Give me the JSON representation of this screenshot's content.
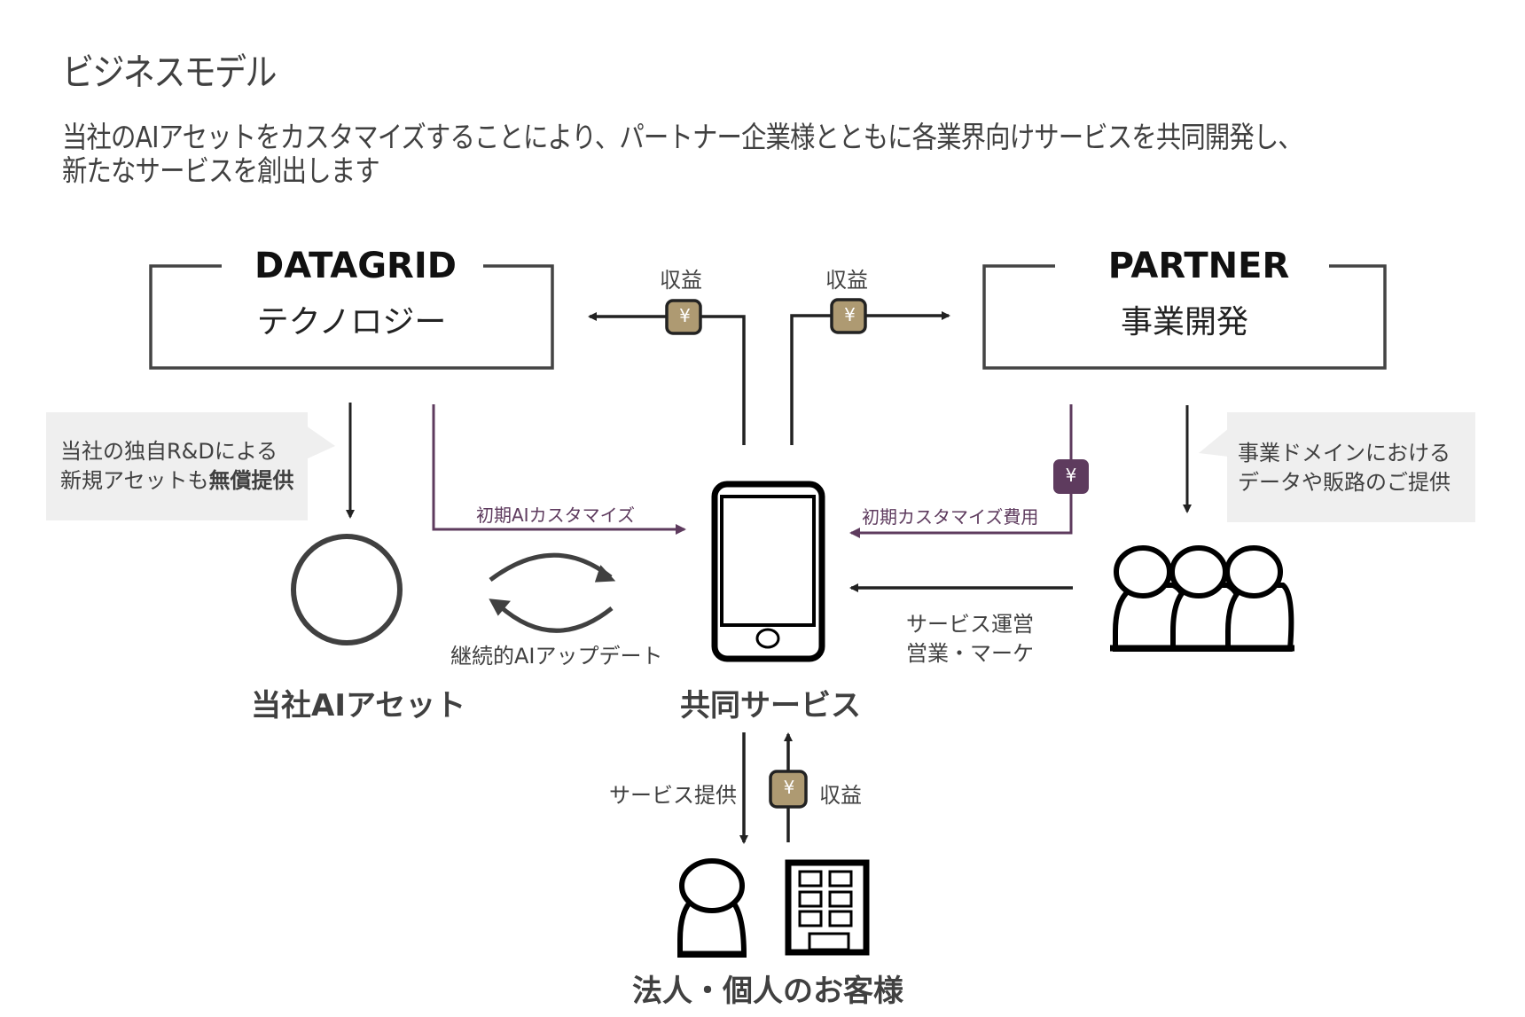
{
  "header": {
    "title": "ビジネスモデル",
    "subtitle_line1": "当社のAIアセットをカスタマイズすることにより、パートナー企業様とともに各業界向けサービスを共同開発し、",
    "subtitle_line2": "新たなサービスを創出します"
  },
  "colors": {
    "text": "#404040",
    "line": "#222222",
    "purple": "#5e3b5e",
    "yen_gold": "#ae9a72",
    "callout_bg": "#efefef"
  },
  "boxes": {
    "datagrid": {
      "heading": "DATAGRID",
      "subheading": "テクノロジー"
    },
    "partner": {
      "heading": "PARTNER",
      "subheading": "事業開発"
    }
  },
  "revenue": {
    "left_label": "収益",
    "right_label": "収益",
    "bottom_label": "収益",
    "yen_symbol": "¥"
  },
  "callouts": {
    "left": {
      "line1": "当社の独自R&Dによる",
      "line2_normal": "新規アセットも",
      "line2_bold": "無償提供"
    },
    "right": {
      "line1": "事業ドメインにおける",
      "line2": "データや販路のご提供"
    }
  },
  "flows": {
    "initial_ai_customize": "初期AIカスタマイズ",
    "initial_customize_fee": "初期カスタマイズ費用",
    "continuous_ai_update": "継続的AIアップデート",
    "service_operation_line1": "サービス運営",
    "service_operation_line2": "営業・マーケ",
    "service_provision": "サービス提供"
  },
  "nodes": {
    "ai_asset": "当社AIアセット",
    "joint_service": "共同サービス",
    "customers": "法人・個人のお客様"
  },
  "icons": [
    "circle-asset-icon",
    "smartphone-icon",
    "group-people-icon",
    "person-icon",
    "building-icon",
    "yen-icon",
    "cycle-arrows-icon"
  ]
}
